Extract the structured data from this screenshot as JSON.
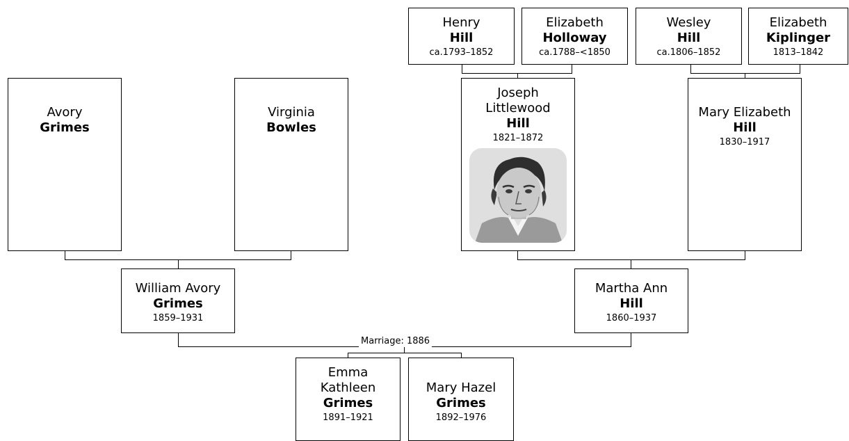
{
  "people": {
    "henry": {
      "given": "Henry",
      "surname": "Hill",
      "years": "ca.1793–1852"
    },
    "elizabeth_holloway": {
      "given": "Elizabeth",
      "surname": "Holloway",
      "years": "ca.1788–<1850"
    },
    "wesley": {
      "given": "Wesley",
      "surname": "Hill",
      "years": "ca.1806–1852"
    },
    "elizabeth_kiplinger": {
      "given": "Elizabeth",
      "surname": "Kiplinger",
      "years": "1813–1842"
    },
    "avory": {
      "given": "Avory",
      "surname": "Grimes"
    },
    "virginia": {
      "given": "Virginia",
      "surname": "Bowles"
    },
    "joseph": {
      "given1": "Joseph",
      "given2": "Littlewood",
      "surname": "Hill",
      "years": "1821–1872"
    },
    "mary_elizabeth": {
      "given": "Mary Elizabeth",
      "surname": "Hill",
      "years": "1830–1917"
    },
    "william": {
      "given": "William Avory",
      "surname": "Grimes",
      "years": "1859–1931"
    },
    "martha": {
      "given": "Martha Ann",
      "surname": "Hill",
      "years": "1860–1937"
    },
    "emma": {
      "given1": "Emma",
      "given2": "Kathleen",
      "surname": "Grimes",
      "years": "1891–1921"
    },
    "mary_hazel": {
      "given": "Mary Hazel",
      "surname": "Grimes",
      "years": "1892–1976"
    }
  },
  "marriage_label": "Marriage: 1886",
  "icons": {
    "portrait": "portrait-photo"
  }
}
